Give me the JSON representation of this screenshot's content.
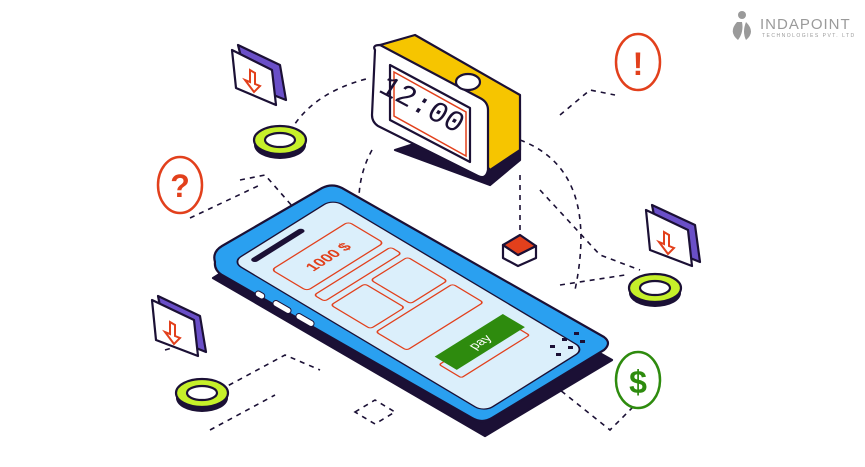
{
  "logo": {
    "name": "INDAPOINT",
    "tagline": "TECHNOLOGIES PVT. LTD"
  },
  "clock": {
    "time": "12:00"
  },
  "phone": {
    "amount": "1000 $",
    "pay_label": "pay"
  },
  "badges": {
    "question": "?",
    "alert": "!",
    "dollar": "$"
  },
  "colors": {
    "phone_blue": "#2aa0f0",
    "screen": "#dbeffb",
    "accent_red": "#e2401c",
    "pay_green": "#2e8b0e",
    "clock_yellow": "#f6c500",
    "ring_green": "#c6f02a",
    "purple": "#6a4fc8",
    "outline": "#1b1035"
  }
}
